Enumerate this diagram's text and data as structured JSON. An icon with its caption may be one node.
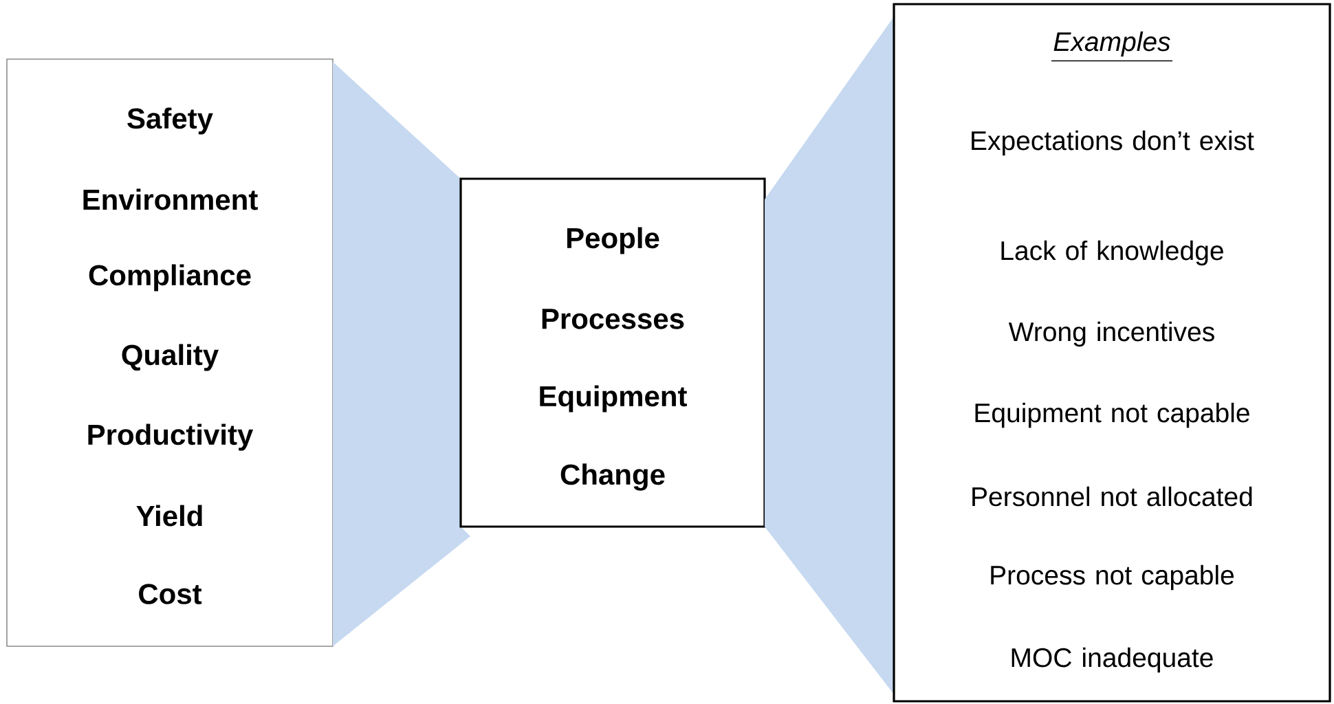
{
  "diagram": {
    "nodes": [
      {
        "text": [
          "Safety",
          "Environment",
          "Compliance",
          "Quality",
          "Productivity",
          "Yield",
          "Cost"
        ]
      },
      {
        "text": [],
        "shape": "funnel"
      },
      {
        "text": [
          "People",
          "Processes",
          "Equipment",
          "Change"
        ]
      },
      {
        "text": [],
        "shape": "funnel"
      },
      {
        "text": [
          "Examples",
          "Expectations don’t exist",
          "Lack of knowledge",
          "Wrong incentives",
          "Equipment not capable",
          "Personnel not allocated",
          "Process not capable",
          "MOC inadequate"
        ]
      }
    ]
  }
}
